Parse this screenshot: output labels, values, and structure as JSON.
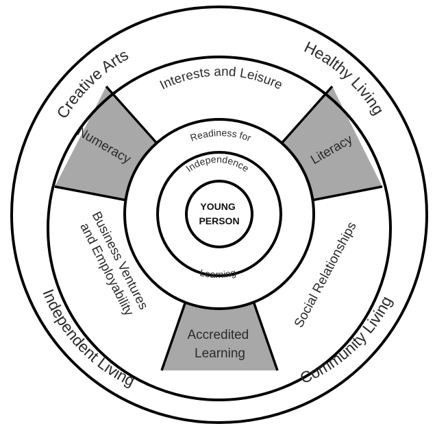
{
  "diagram": {
    "outer_ring": {
      "creative_arts": "Creative Arts",
      "healthy_living": "Healthy Living",
      "independent_living": "Independent Living",
      "community_living": "Community Living"
    },
    "middle_ring": {
      "interests_leisure": "Interests and Leisure",
      "numeracy": "Numeracy",
      "literacy": "Literacy",
      "business_line1": "Business Ventures",
      "business_line2": "and Employability",
      "social_relationships": "Social Relationships",
      "accredited_line1": "Accredited",
      "accredited_line2": "Learning"
    },
    "inner_ring": {
      "readiness_for": "Readiness for",
      "independence": "Independence",
      "learning": "Learning"
    },
    "core": {
      "line1": "YOUNG",
      "line2": "PERSON"
    },
    "colors": {
      "shaded_segment": "#a8a8a8",
      "line": "#000000",
      "background": "#ffffff"
    }
  }
}
